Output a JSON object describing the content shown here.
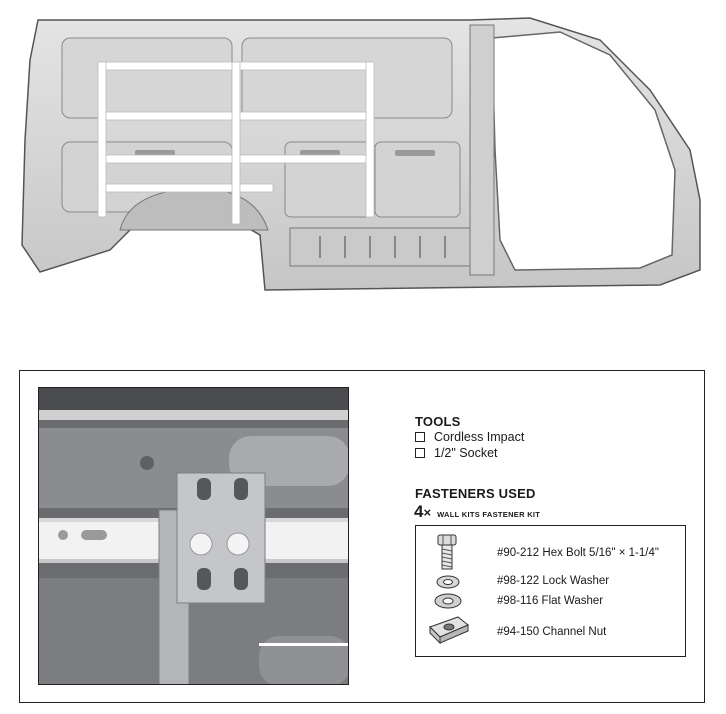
{
  "diagram": {
    "van_illustration": "van-interior-wall-with-shelving-rails",
    "detail_illustration": "bracket-bolted-to-wall-channel"
  },
  "tools": {
    "heading": "TOOLS",
    "items": [
      "Cordless Impact",
      "1/2\" Socket"
    ]
  },
  "fasteners": {
    "heading": "FASTENERS USED",
    "quantity": "4",
    "multiplier": "×",
    "kit_name": "WALL KITS FASTENER KIT",
    "items": [
      {
        "icon": "hex-bolt-icon",
        "label": "#90-212 Hex Bolt 5/16\" × 1-1/4\""
      },
      {
        "icon": "lock-washer-icon",
        "label": "#98-122 Lock Washer"
      },
      {
        "icon": "flat-washer-icon",
        "label": "#98-116 Flat Washer"
      },
      {
        "icon": "channel-nut-icon",
        "label": "#94-150 Channel Nut"
      }
    ]
  }
}
